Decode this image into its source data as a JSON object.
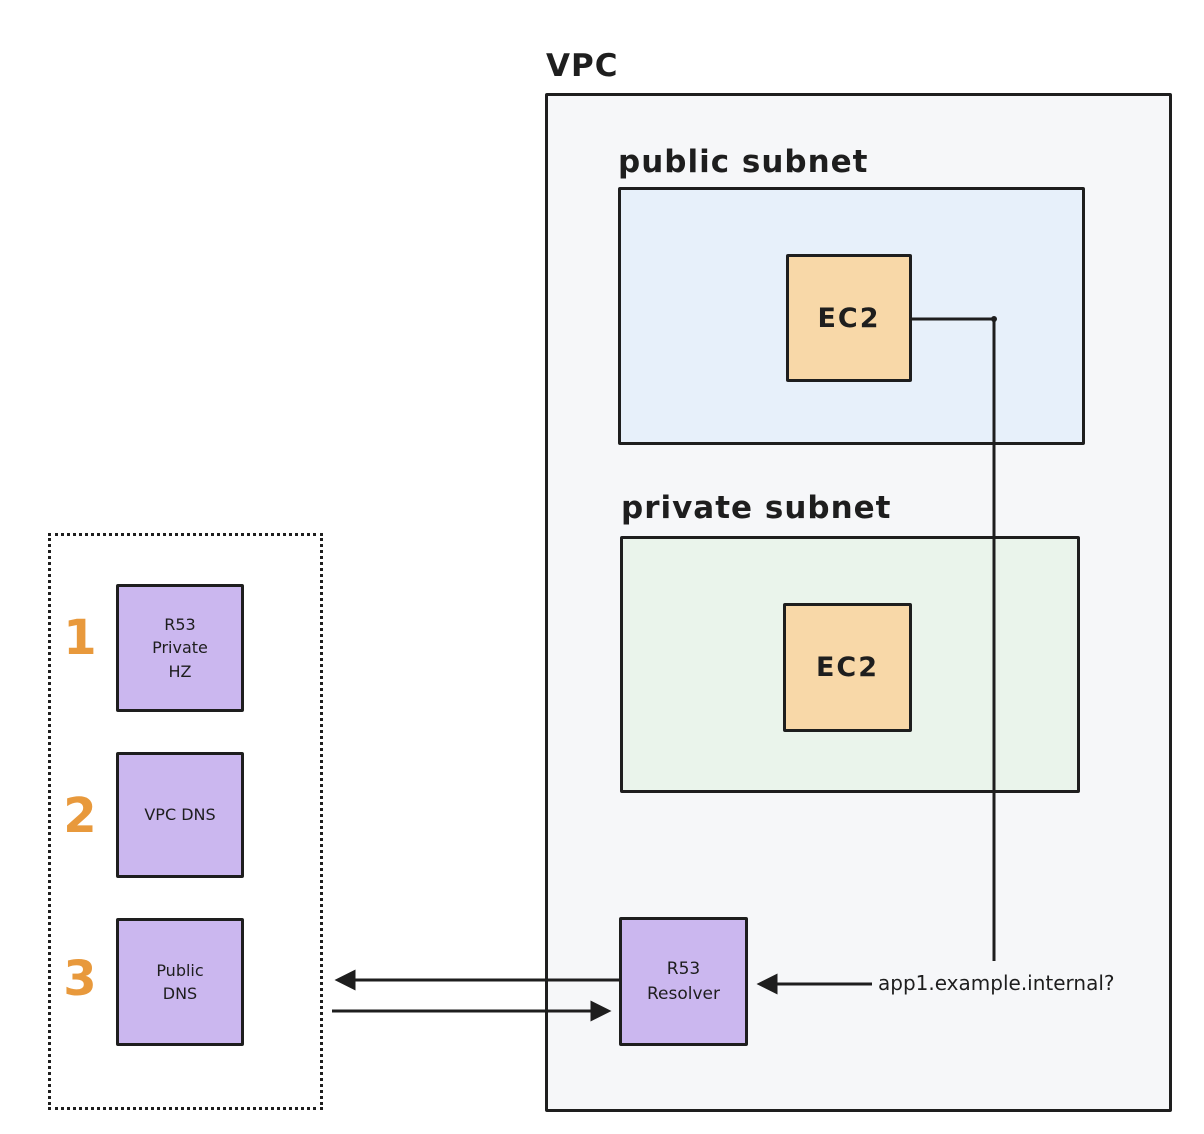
{
  "vpc": {
    "label": "VPC"
  },
  "public_subnet": {
    "label": "public subnet",
    "ec2_label": "EC2"
  },
  "private_subnet": {
    "label": "private subnet",
    "ec2_label": "EC2"
  },
  "resolver": {
    "label": "R53\nResolver"
  },
  "dns_group": {
    "items": [
      {
        "number": "1",
        "label": "R53\nPrivate\nHZ"
      },
      {
        "number": "2",
        "label": "VPC DNS"
      },
      {
        "number": "3",
        "label": "Public\nDNS"
      }
    ]
  },
  "query": {
    "label": "app1.example.internal?"
  },
  "colors": {
    "stroke": "#1e1e1e",
    "vpc_fill": "#f6f7f9",
    "public_subnet_fill": "#e7f0fa",
    "private_subnet_fill": "#eaf4eb",
    "ec2_fill": "#f8d8a8",
    "dns_box_fill": "#cbb7ef",
    "step_number_color": "#e8993c"
  }
}
